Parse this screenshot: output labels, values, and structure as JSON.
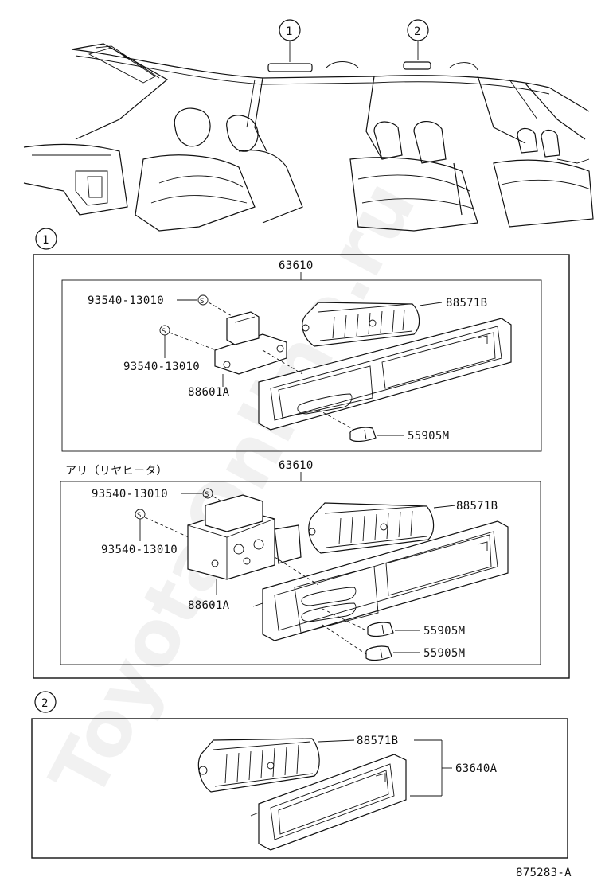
{
  "callouts": {
    "c1": "1",
    "c2": "2"
  },
  "sections": {
    "s1_marker": "1",
    "s2_marker": "2",
    "variant_label": "アリ（リヤヒータ）"
  },
  "panel1": {
    "assembly": "63610",
    "bolt_a": "93540-13010",
    "bolt_b": "93540-13010",
    "bolt_symbol": "S",
    "vent": "88571B",
    "control": "88601A",
    "knob": "55905M"
  },
  "panel2": {
    "assembly": "63610",
    "bolt_a": "93540-13010",
    "bolt_b": "93540-13010",
    "bolt_symbol": "S",
    "vent": "88571B",
    "control": "88601A",
    "knob_a": "55905M",
    "knob_b": "55905M"
  },
  "panel3": {
    "vent": "88571B",
    "assembly": "63640A"
  },
  "watermark": "ToyotaOnline.ru",
  "figure_code": "875283-A"
}
